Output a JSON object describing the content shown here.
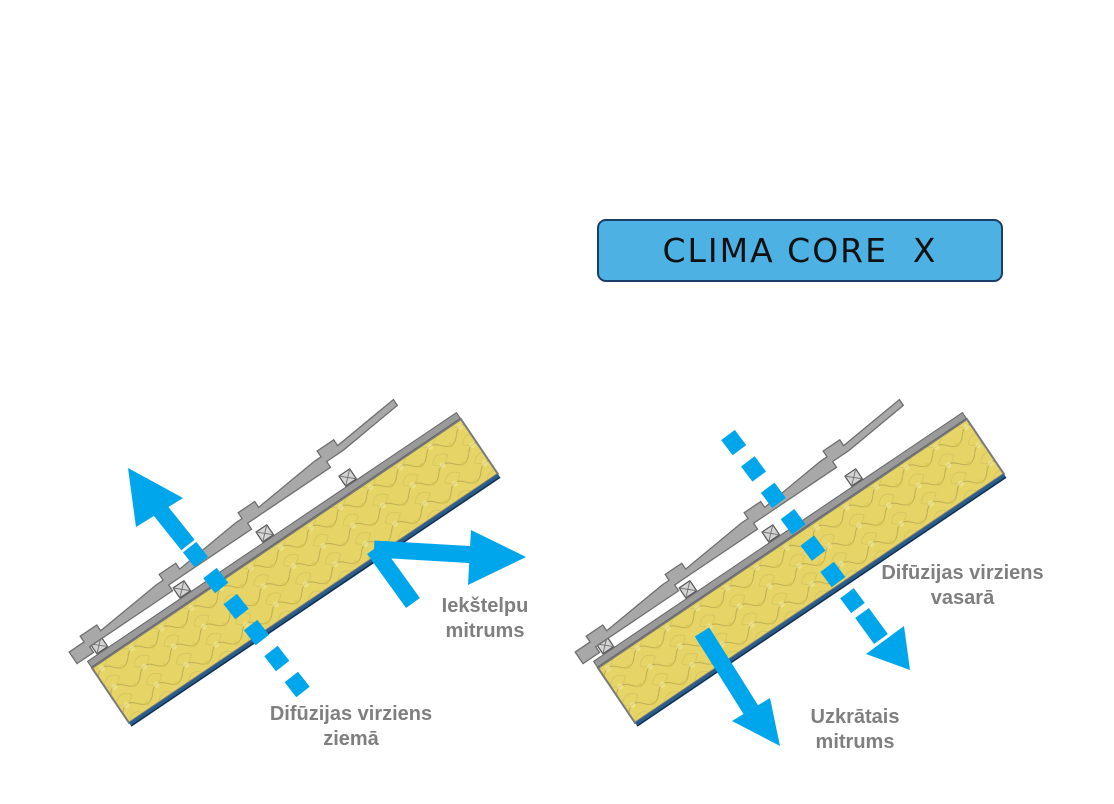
{
  "title": "CLIMA CORE  X",
  "colors": {
    "arrow": "#00a6ec",
    "insulation": "#e8d96a",
    "tile": "#8f8f8f",
    "label": "#7f7f7f",
    "title_box": "#4db1e4",
    "title_border": "#1b3e66"
  },
  "winter": {
    "indoor_label": [
      "Iekštelpu",
      "mitrums"
    ],
    "direction_label": [
      "Difūzijas virziens",
      "ziemā"
    ]
  },
  "summer": {
    "direction_label": [
      "Difūzijas virziens",
      "vasarā"
    ],
    "stored_label": [
      "Uzkrātais",
      "mitrums"
    ]
  }
}
